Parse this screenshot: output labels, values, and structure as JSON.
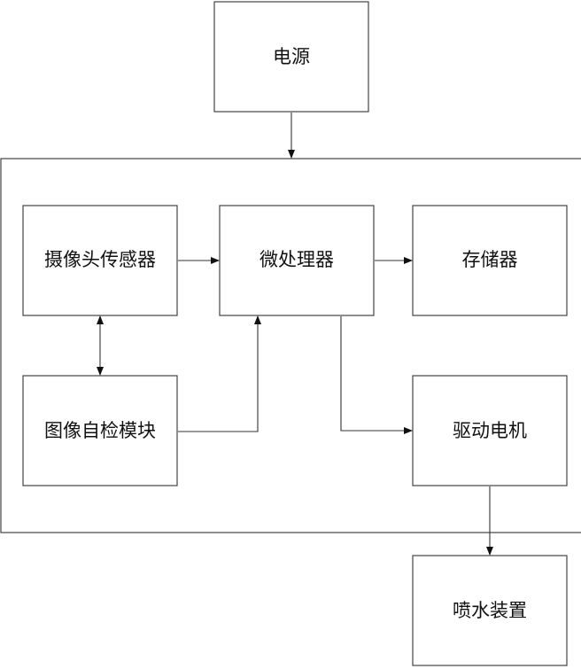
{
  "diagram": {
    "blocks": {
      "power_supply": "电源",
      "camera_sensor": "摄像头传感器",
      "microprocessor": "微处理器",
      "memory": "存储器",
      "image_self_test_module": "图像自检模块",
      "drive_motor": "驱动电机",
      "water_spray_device": "喷水装置"
    },
    "connections": [
      {
        "from": "power_supply",
        "to": "system",
        "direction": "one-way"
      },
      {
        "from": "camera_sensor",
        "to": "microprocessor",
        "direction": "one-way"
      },
      {
        "from": "microprocessor",
        "to": "memory",
        "direction": "one-way"
      },
      {
        "from": "camera_sensor",
        "to": "image_self_test_module",
        "direction": "two-way"
      },
      {
        "from": "image_self_test_module",
        "to": "microprocessor",
        "direction": "one-way"
      },
      {
        "from": "microprocessor",
        "to": "drive_motor",
        "direction": "one-way"
      },
      {
        "from": "drive_motor",
        "to": "water_spray_device",
        "direction": "one-way"
      }
    ]
  }
}
